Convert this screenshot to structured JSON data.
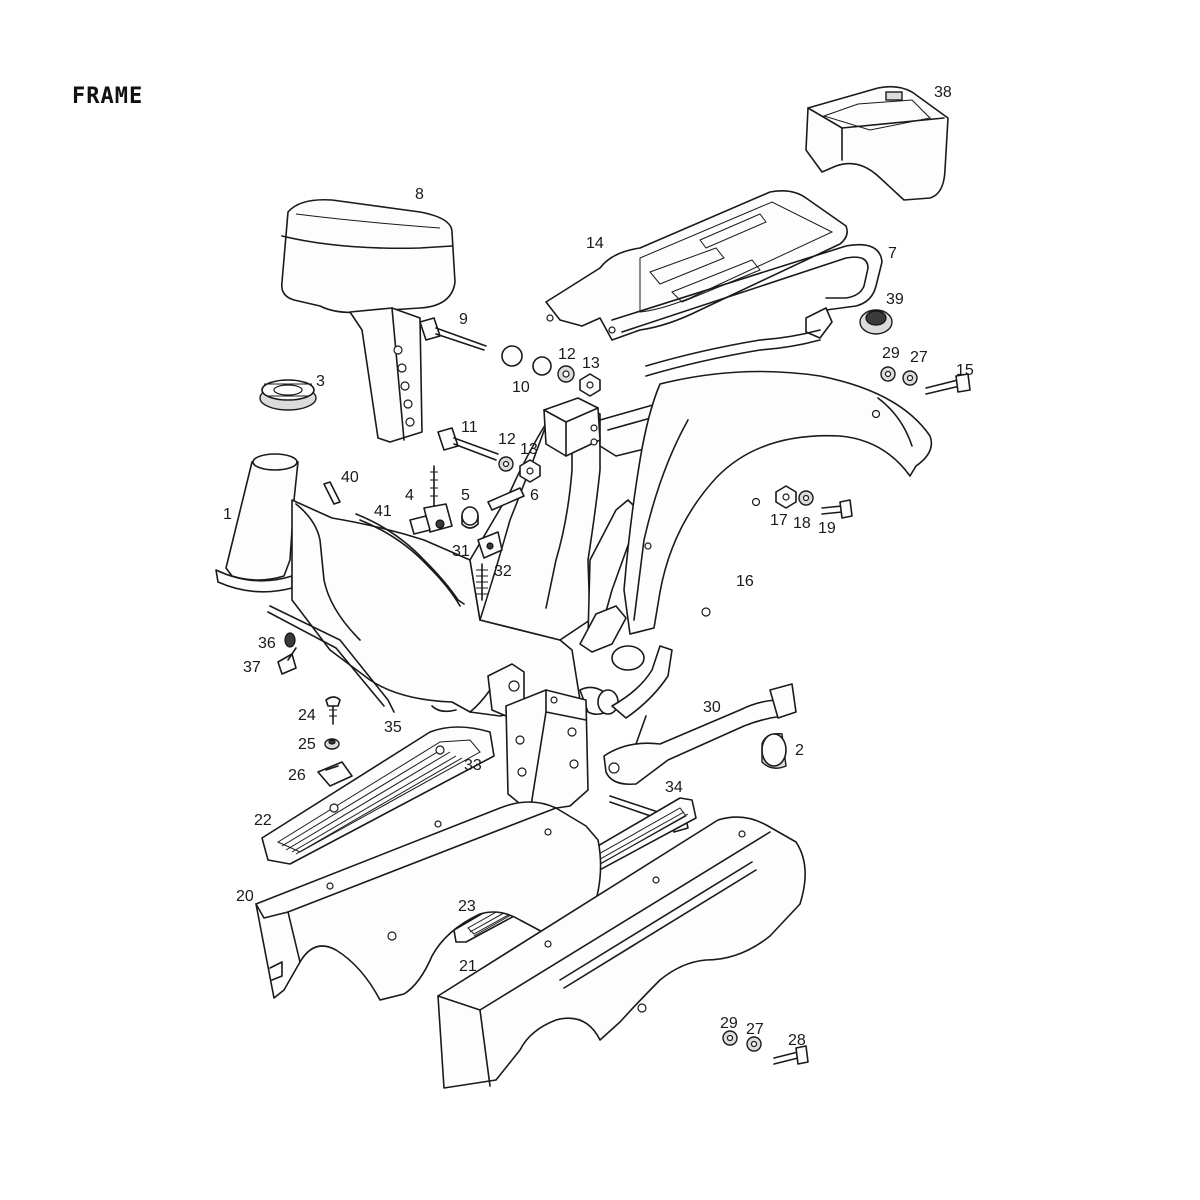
{
  "title": "FRAME",
  "callouts": [
    {
      "id": "1",
      "label": "1"
    },
    {
      "id": "2",
      "label": "2"
    },
    {
      "id": "3",
      "label": "3"
    },
    {
      "id": "4",
      "label": "4"
    },
    {
      "id": "5",
      "label": "5"
    },
    {
      "id": "6",
      "label": "6"
    },
    {
      "id": "7",
      "label": "7"
    },
    {
      "id": "8",
      "label": "8"
    },
    {
      "id": "9",
      "label": "9"
    },
    {
      "id": "10",
      "label": "10"
    },
    {
      "id": "11",
      "label": "11"
    },
    {
      "id": "12a",
      "label": "12"
    },
    {
      "id": "12b",
      "label": "12"
    },
    {
      "id": "13a",
      "label": "13"
    },
    {
      "id": "13b",
      "label": "13"
    },
    {
      "id": "14",
      "label": "14"
    },
    {
      "id": "15",
      "label": "15"
    },
    {
      "id": "16",
      "label": "16"
    },
    {
      "id": "17",
      "label": "17"
    },
    {
      "id": "18",
      "label": "18"
    },
    {
      "id": "19",
      "label": "19"
    },
    {
      "id": "20",
      "label": "20"
    },
    {
      "id": "21",
      "label": "21"
    },
    {
      "id": "22",
      "label": "22"
    },
    {
      "id": "23",
      "label": "23"
    },
    {
      "id": "24",
      "label": "24"
    },
    {
      "id": "25",
      "label": "25"
    },
    {
      "id": "26",
      "label": "26"
    },
    {
      "id": "27a",
      "label": "27"
    },
    {
      "id": "27b",
      "label": "27"
    },
    {
      "id": "28",
      "label": "28"
    },
    {
      "id": "29a",
      "label": "29"
    },
    {
      "id": "29b",
      "label": "29"
    },
    {
      "id": "30",
      "label": "30"
    },
    {
      "id": "31",
      "label": "31"
    },
    {
      "id": "32",
      "label": "32"
    },
    {
      "id": "33",
      "label": "33"
    },
    {
      "id": "34",
      "label": "34"
    },
    {
      "id": "35",
      "label": "35"
    },
    {
      "id": "36",
      "label": "36"
    },
    {
      "id": "37",
      "label": "37"
    },
    {
      "id": "38",
      "label": "38"
    },
    {
      "id": "39",
      "label": "39"
    },
    {
      "id": "40",
      "label": "40"
    },
    {
      "id": "41",
      "label": "41"
    }
  ]
}
